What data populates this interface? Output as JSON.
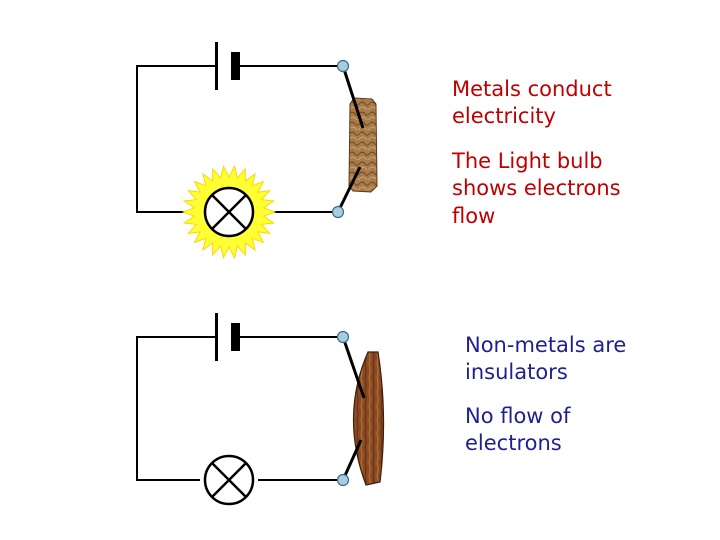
{
  "colors": {
    "wire": "#000000",
    "terminal": "#a9cde0",
    "glow": "#ffff33",
    "metal_sample": "#a87c4a",
    "wood_sample": "#8b4a22",
    "text_top": "#c00000",
    "text_bottom": "#1f1f8f"
  },
  "top_circuit": {
    "bulb_state": "lit",
    "sample": "metal",
    "notes": [
      {
        "lines": [
          "Metals conduct",
          "electricity"
        ]
      },
      {
        "lines": [
          "The Light bulb",
          "shows electrons",
          "flow"
        ]
      }
    ]
  },
  "bottom_circuit": {
    "bulb_state": "unlit",
    "sample": "wood",
    "notes": [
      {
        "lines": [
          "Non-metals are",
          "insulators"
        ]
      },
      {
        "lines": [
          "No flow of",
          "electrons"
        ]
      }
    ]
  }
}
